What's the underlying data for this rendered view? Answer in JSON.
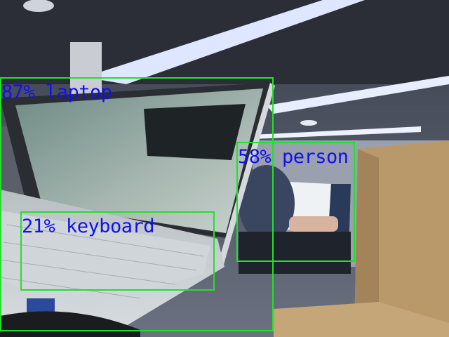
{
  "detections": [
    {
      "label": "87% laptop",
      "class": "laptop",
      "confidence_pct": 87
    },
    {
      "label": "58% person",
      "class": "person",
      "confidence_pct": 58
    },
    {
      "label": "21% keyboard",
      "class": "keyboard",
      "confidence_pct": 21
    }
  ],
  "colors": {
    "box": "#22e02a",
    "label": "#1010f0"
  }
}
